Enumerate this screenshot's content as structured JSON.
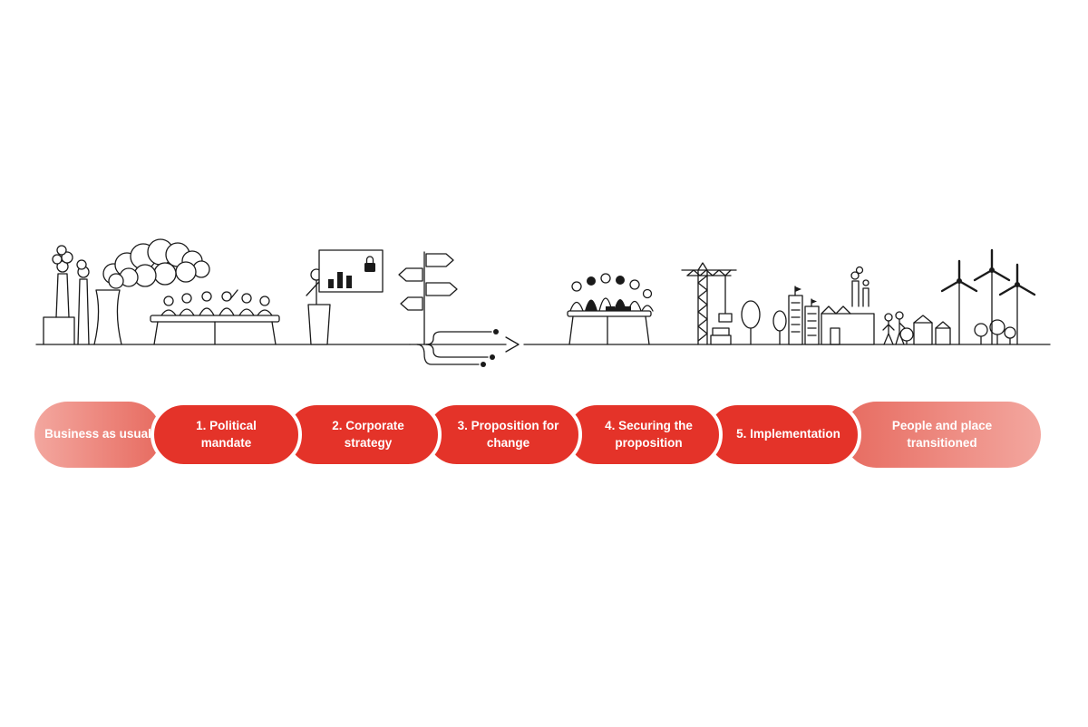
{
  "colors": {
    "stage_red": "#e43329",
    "cap_light": "#f3a79f",
    "cap_mid": "#e76b60",
    "line_ink": "#1a1a1a"
  },
  "timeline": {
    "stages": [
      {
        "label": "Business as usual",
        "style": "faded-cap"
      },
      {
        "label": "1. Political mandate",
        "style": "solid"
      },
      {
        "label": "2. Corporate strategy",
        "style": "solid"
      },
      {
        "label": "3. Proposition for change",
        "style": "solid"
      },
      {
        "label": "4. Securing the proposition",
        "style": "solid"
      },
      {
        "label": "5. Implementation",
        "style": "solid"
      },
      {
        "label": "People and place transitioned",
        "style": "faded-cap"
      }
    ]
  },
  "illustration": {
    "icons": [
      "power-plant-smoke",
      "council-meeting-table",
      "presenter-with-screen",
      "locked-presentation-screen",
      "signpost-arrows",
      "circuit-arrow",
      "stakeholder-meeting-table",
      "construction-crane",
      "trees",
      "eco-buildings",
      "factory",
      "houses",
      "people",
      "wind-turbines"
    ]
  }
}
